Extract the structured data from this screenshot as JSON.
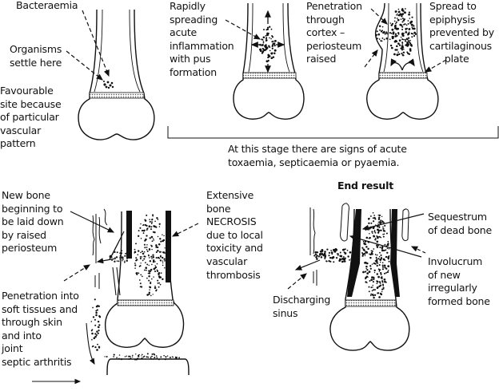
{
  "figure": {
    "panels": [
      {
        "id": "stage-1",
        "labels": {
          "bacteraemia": "Bacteraemia",
          "organisms": "Organisms\nsettle here",
          "favourable": "Favourable\nsite because\nof particular\nvascular\npattern"
        }
      },
      {
        "id": "stage-2",
        "labels": {
          "spreading": "Rapidly\nspreading\nacute\ninflammation\nwith pus\nformation"
        }
      },
      {
        "id": "stage-3",
        "labels": {
          "penetration": "Penetration\nthrough\ncortex –\nperiosteum\nraised",
          "spread": "Spread to\nepiphysis\nprevented by\ncartilaginous\n     plate"
        }
      },
      {
        "id": "stage-4",
        "labels": {
          "new_bone": "New bone\nbeginning to\nbe laid down\nby raised\nperiosteum",
          "penetration_soft": "Penetration into\nsoft tissues and\nthrough skin\nand into\njoint\nseptic arthritis",
          "necrosis": "Extensive\nbone\nNECROSIS\ndue to local\ntoxicity and\nvascular\nthrombosis"
        }
      },
      {
        "id": "end-result",
        "title": "End result",
        "labels": {
          "sequestrum": "Sequestrum\nof dead bone",
          "involucrum": "Involucrum\nof new\nirregularly\nformed bone",
          "sinus": "Discharging\nsinus"
        }
      }
    ],
    "bracket_caption": "At this stage there are signs of acute\ntoxaemia, septicaemia or pyaemia."
  }
}
